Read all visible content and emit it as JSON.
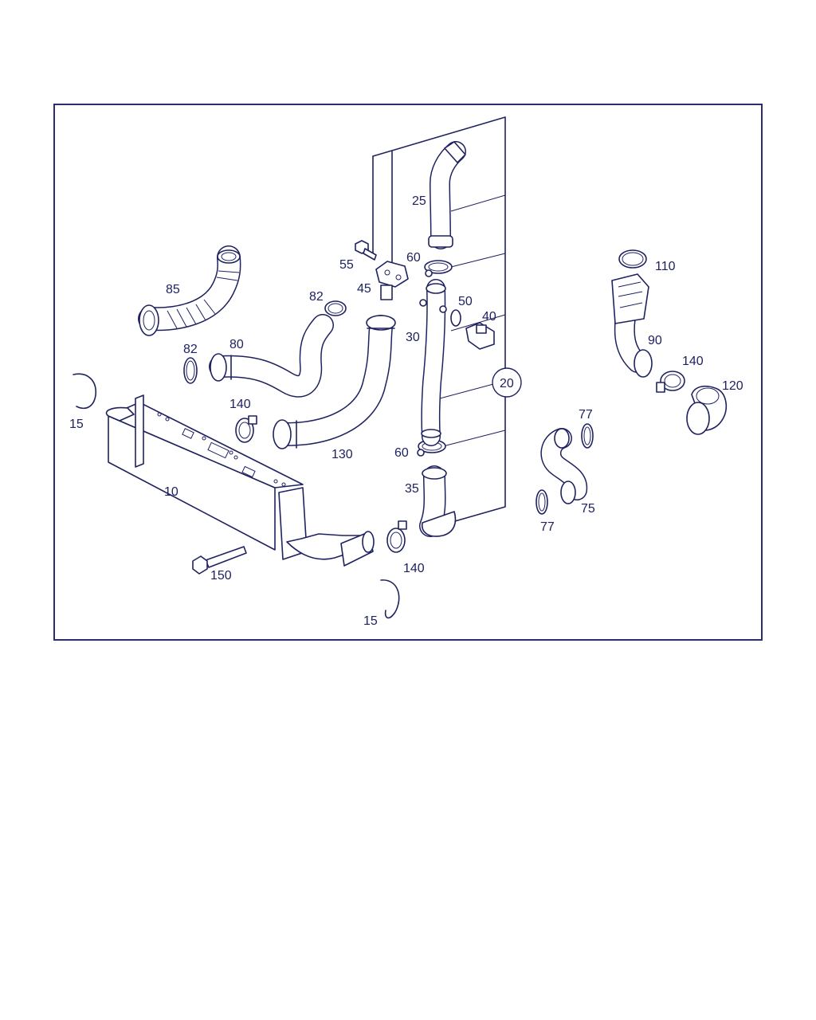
{
  "diagram": {
    "callouts": [
      {
        "id": "p85",
        "text": "85"
      },
      {
        "id": "p82a",
        "text": "82"
      },
      {
        "id": "p82b",
        "text": "82"
      },
      {
        "id": "p80",
        "text": "80"
      },
      {
        "id": "p15a",
        "text": "15"
      },
      {
        "id": "p15b",
        "text": "15"
      },
      {
        "id": "p10",
        "text": "10"
      },
      {
        "id": "p140a",
        "text": "140"
      },
      {
        "id": "p140b",
        "text": "140"
      },
      {
        "id": "p140c",
        "text": "140"
      },
      {
        "id": "p130",
        "text": "130"
      },
      {
        "id": "p150",
        "text": "150"
      },
      {
        "id": "p55",
        "text": "55"
      },
      {
        "id": "p45",
        "text": "45"
      },
      {
        "id": "p25",
        "text": "25"
      },
      {
        "id": "p60a",
        "text": "60"
      },
      {
        "id": "p60b",
        "text": "60"
      },
      {
        "id": "p50",
        "text": "50"
      },
      {
        "id": "p40",
        "text": "40"
      },
      {
        "id": "p30",
        "text": "30"
      },
      {
        "id": "p20",
        "text": "20"
      },
      {
        "id": "p35",
        "text": "35"
      },
      {
        "id": "p110",
        "text": "110"
      },
      {
        "id": "p90",
        "text": "90"
      },
      {
        "id": "p120",
        "text": "120"
      },
      {
        "id": "p77a",
        "text": "77"
      },
      {
        "id": "p77b",
        "text": "77"
      },
      {
        "id": "p75",
        "text": "75"
      }
    ]
  }
}
